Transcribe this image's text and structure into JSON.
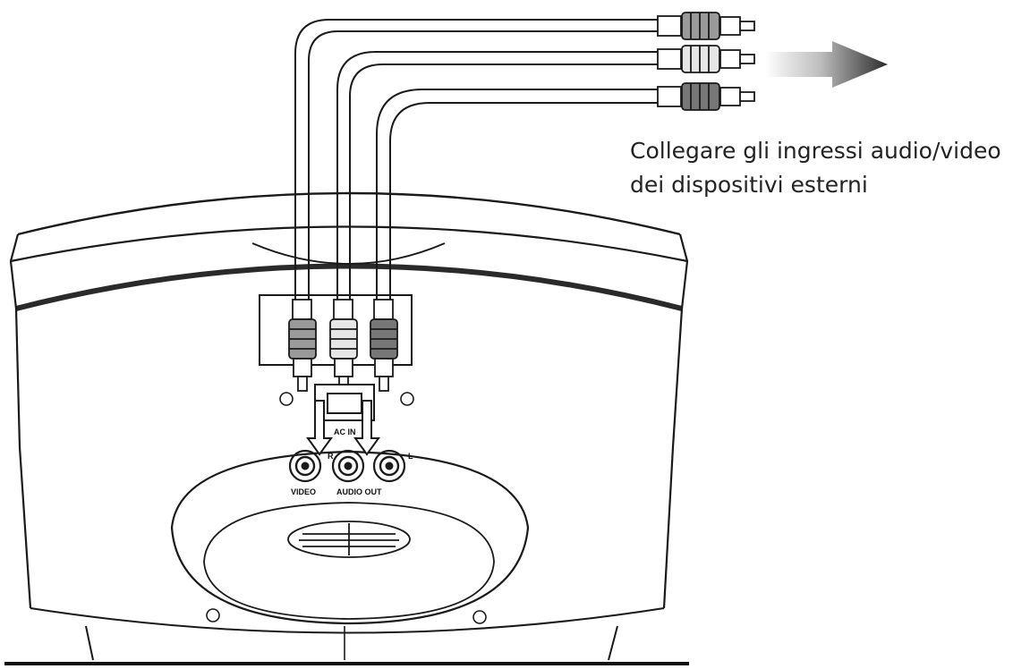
{
  "caption": {
    "line1": "Collegare gli ingressi audio/video",
    "line2": "dei dispositivi esterni"
  },
  "panel": {
    "ac_in_label": "AC IN",
    "right_label": "R",
    "left_label": "L",
    "video_label": "VIDEO",
    "audio_out_label": "AUDIO OUT"
  },
  "icons": {
    "arrow": "right-arrow-icon",
    "plugs": [
      "rca-plug-icon",
      "rca-plug-icon",
      "rca-plug-icon"
    ]
  },
  "colors": {
    "line": "#1a1a1a",
    "plug_video": "#9a9a9a",
    "plug_white": "#e6e6e6",
    "plug_red": "#777777"
  }
}
